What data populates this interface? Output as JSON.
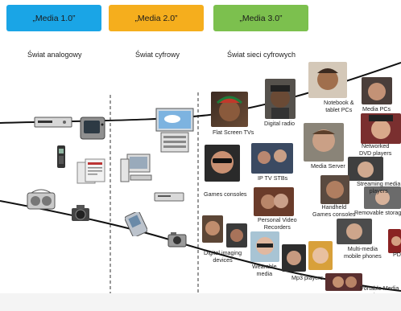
{
  "headers": [
    {
      "label": "„Media 1.0”",
      "color": "#1aa5e6"
    },
    {
      "label": "„Media 2.0”",
      "color": "#f5ae1d"
    },
    {
      "label": "„Media 3.0”",
      "color": "#7cc04e"
    }
  ],
  "eras": [
    "Świat analogowy",
    "Świat cyfrowy",
    "Świat sieci cyfrowych"
  ],
  "devices": {
    "flat_screen": "Flat Screen TVs",
    "digital_radio": "Digital radio",
    "notebook": "Notebook &\ntablet PCs",
    "media_pcs": "Media PCs",
    "networked_dvd": "Networked\nDVD players",
    "ip_tv": "IP TV STBs",
    "media_server": "Media Server",
    "streaming": "Streaming media\nplayers",
    "games_consoles": "Games consoles",
    "handheld": "Handheld\nGames consoles",
    "removable": "Removable storage",
    "pvr": "Personal Video\nRecorders",
    "digital_imaging": "Digital imaging\ndevices",
    "multimedia_phones": "Multi-media\nmobile phones",
    "pd": "PD",
    "wearable": "Wearable\nmedia",
    "mp3": "Mp3 players",
    "portable": "Portable Media\nPlayers"
  }
}
